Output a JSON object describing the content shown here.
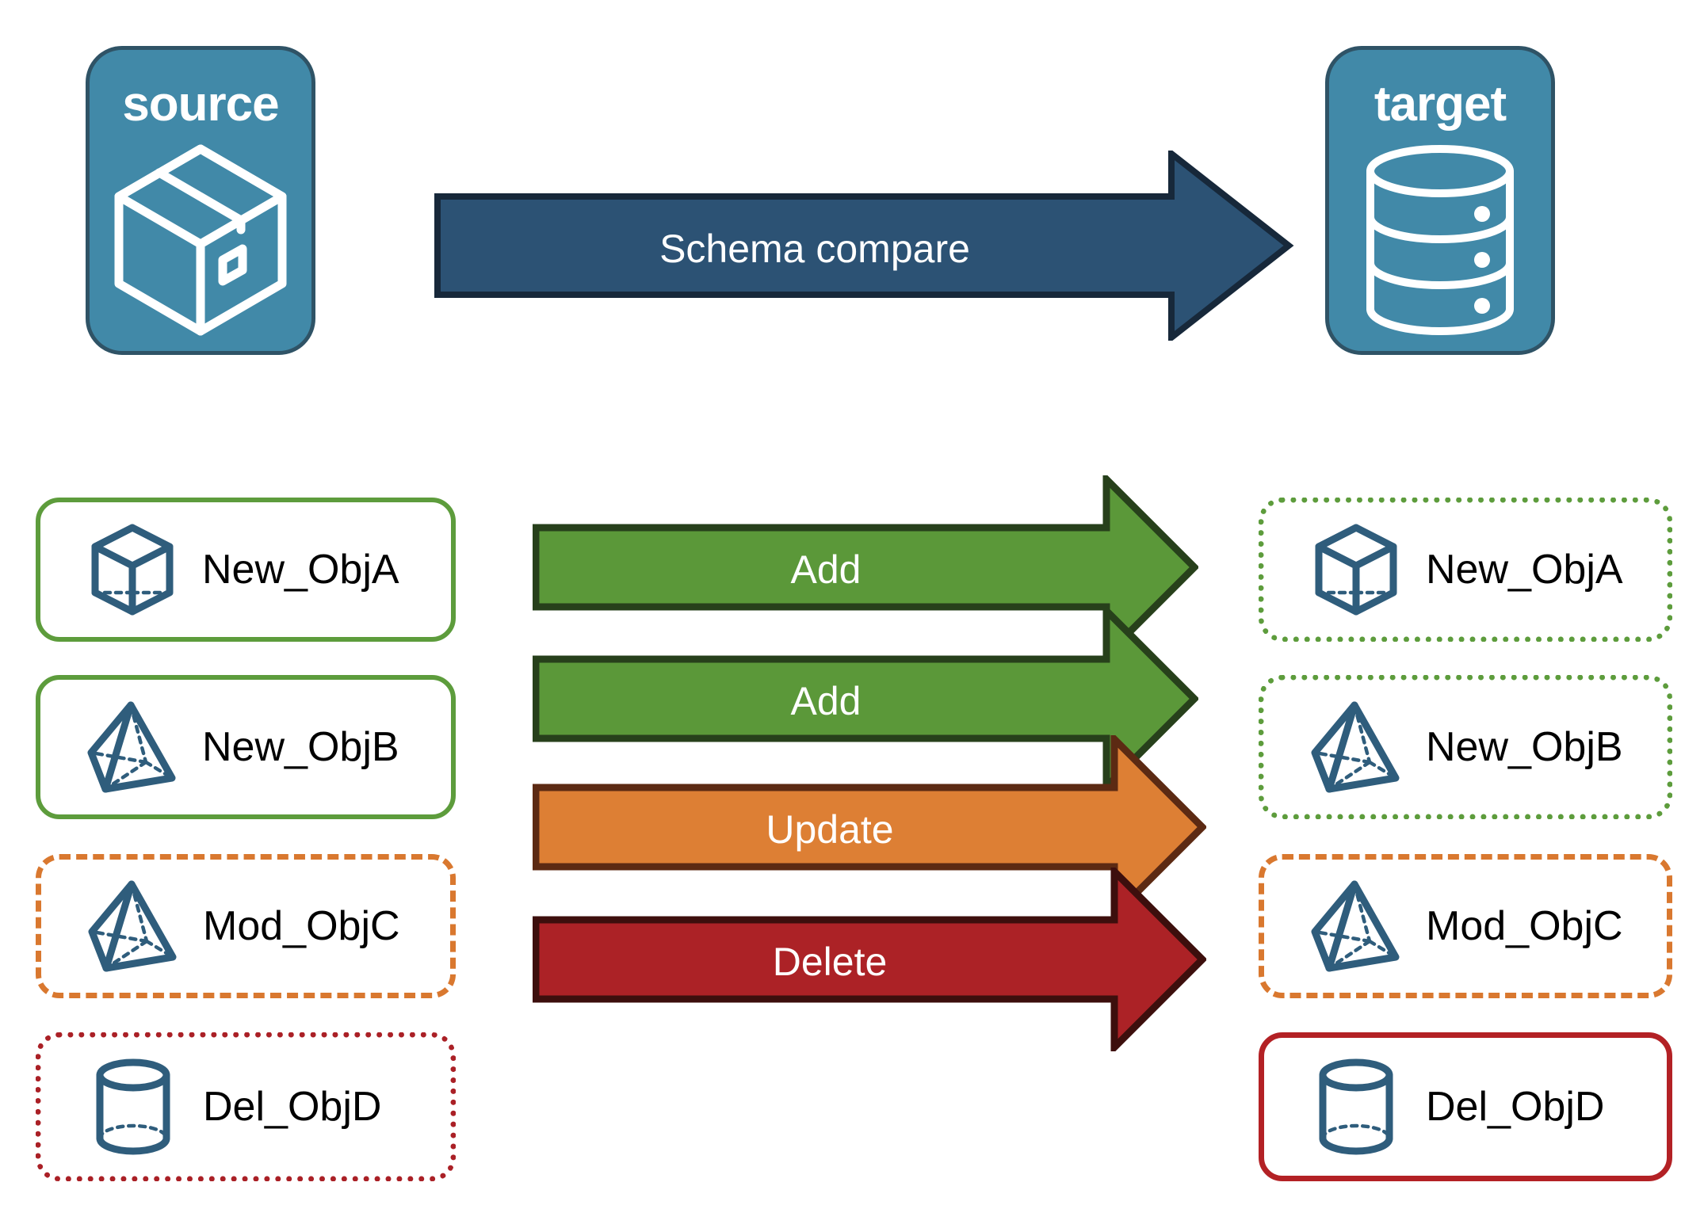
{
  "diagram": {
    "title": "Schema compare source to target",
    "endpoints": [
      {
        "id": "source",
        "label": "source",
        "icon": "package-box-icon"
      },
      {
        "id": "target",
        "label": "target",
        "icon": "database-cylinder-icon"
      }
    ],
    "main_flow": {
      "label": "Schema compare",
      "color": "#2c5274",
      "border_color": "#17283a"
    },
    "rows": [
      {
        "source": {
          "label": "New_ObjA",
          "icon": "wireframe-cube-icon",
          "border_style": "solid",
          "border_color": "#5d9c3c"
        },
        "action": {
          "label": "Add",
          "color": "#5b9839",
          "border_color": "#27401b"
        },
        "target": {
          "label": "New_ObjA",
          "icon": "wireframe-cube-icon",
          "border_style": "dotted",
          "border_color": "#5d9c3c"
        }
      },
      {
        "source": {
          "label": "New_ObjB",
          "icon": "wireframe-pyramid-icon",
          "border_style": "solid",
          "border_color": "#5d9c3c"
        },
        "action": {
          "label": "Add",
          "color": "#5b9839",
          "border_color": "#27401b"
        },
        "target": {
          "label": "New_ObjB",
          "icon": "wireframe-pyramid-icon",
          "border_style": "dotted",
          "border_color": "#5d9c3c"
        }
      },
      {
        "source": {
          "label": "Mod_ObjC",
          "icon": "wireframe-pyramid-icon",
          "border_style": "dashed",
          "border_color": "#d9782f"
        },
        "action": {
          "label": "Update",
          "color": "#dd7f34",
          "border_color": "#5c2a13"
        },
        "target": {
          "label": "Mod_ObjC",
          "icon": "wireframe-pyramid-icon",
          "border_style": "dashed",
          "border_color": "#d9782f"
        }
      },
      {
        "source": {
          "label": "Del_ObjD",
          "icon": "wireframe-cylinder-icon",
          "border_style": "dotted",
          "border_color": "#aa2026"
        },
        "action": {
          "label": "Delete",
          "color": "#ac2226",
          "border_color": "#3d0f0d"
        },
        "target": {
          "label": "Del_ObjD",
          "icon": "wireframe-cylinder-icon",
          "border_style": "solid",
          "border_color": "#b32125"
        }
      }
    ],
    "palette": {
      "endpoint_fill": "#4189a8",
      "endpoint_stroke": "#2f5366",
      "icon_stroke": "#2f5d7c",
      "text": "#000000",
      "arrow_text": "#ffffff"
    }
  }
}
